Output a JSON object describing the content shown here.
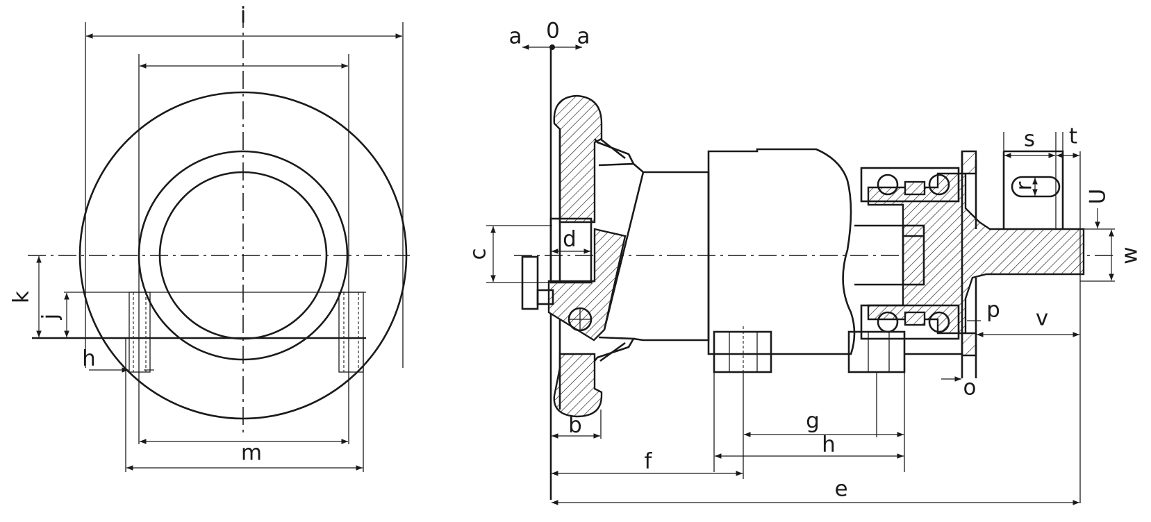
{
  "labels": {
    "i": "i",
    "m": "m",
    "k": "k",
    "j": "j",
    "h_front": "h",
    "a_left": "a",
    "zero": "0",
    "a_right": "a",
    "c": "c",
    "d": "d",
    "b": "b",
    "f": "f",
    "e": "e",
    "g": "g",
    "h_side": "h",
    "s": "s",
    "t": "t",
    "r": "r",
    "U": "U",
    "w": "w",
    "p": "p",
    "v": "v",
    "o": "o"
  },
  "colors": {
    "line": "#1a1a1a",
    "background": "#ffffff"
  }
}
